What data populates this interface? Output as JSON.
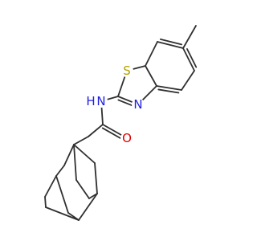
{
  "structure": {
    "colors": {
      "bond": "#2f2f2f",
      "S": "#b3a000",
      "N": "#1f1fe0",
      "O": "#e00000",
      "H": "#1f1fe0"
    },
    "atom_labels": {
      "S": "S",
      "N_ring": "N",
      "N_amide": "N",
      "H_amide": "H",
      "O": "O"
    }
  }
}
